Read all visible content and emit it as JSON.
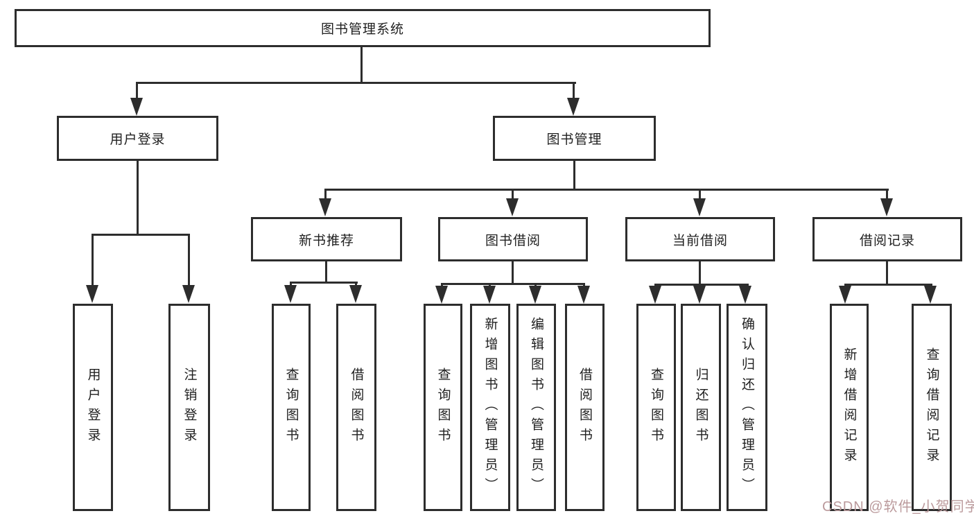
{
  "diagram": {
    "title": "图书管理系统",
    "watermark": "CSDN @软件_小贺同学",
    "colors": {
      "line": "#2d2d2d",
      "box_border": "#2d2d2d",
      "box_bg": "#ffffff",
      "text": "#1f1f1f",
      "watermark": "#bb9a9c"
    },
    "tree": {
      "label": "图书管理系统",
      "children": [
        {
          "label": "用户登录",
          "children": [
            {
              "label": "用户登录"
            },
            {
              "label": "注销登录"
            }
          ]
        },
        {
          "label": "图书管理",
          "children": [
            {
              "label": "新书推荐",
              "children": [
                {
                  "label": "查询图书"
                },
                {
                  "label": "借阅图书"
                }
              ]
            },
            {
              "label": "图书借阅",
              "children": [
                {
                  "label": "查询图书"
                },
                {
                  "label": "新增图书（管理员）"
                },
                {
                  "label": "编辑图书（管理员）"
                },
                {
                  "label": "借阅图书"
                }
              ]
            },
            {
              "label": "当前借阅",
              "children": [
                {
                  "label": "查询图书"
                },
                {
                  "label": "归还图书"
                },
                {
                  "label": "确认归还（管理员）"
                }
              ]
            },
            {
              "label": "借阅记录",
              "children": [
                {
                  "label": "新增借阅记录"
                },
                {
                  "label": "查询借阅记录"
                }
              ]
            }
          ]
        }
      ]
    }
  }
}
